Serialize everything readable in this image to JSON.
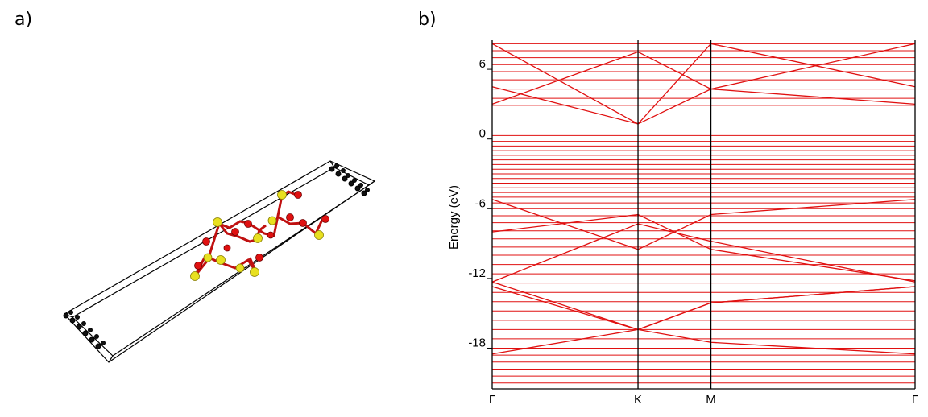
{
  "panels": {
    "a_label": "a)",
    "b_label": "b)"
  },
  "structure": {
    "cell_color": "#000000",
    "atom_colors": {
      "yellow": "#e8e020",
      "red": "#e01010"
    }
  },
  "chart_data": {
    "type": "line",
    "title": "",
    "ylabel": "Energy (eV)",
    "xlabel": "",
    "x_ticks": [
      "Γ",
      "K",
      "M",
      "Γ"
    ],
    "x_tick_positions": [
      0,
      1,
      1.5,
      2.9
    ],
    "y_ticks": [
      6,
      0,
      -6,
      -12,
      -18
    ],
    "ylim": [
      -21.5,
      8.5
    ],
    "line_color": "#e01010",
    "flat_bands": [
      8.2,
      7.6,
      7.0,
      6.4,
      5.8,
      5.1,
      4.3,
      3.5,
      2.9,
      0.3,
      -0.2,
      -0.6,
      -1.0,
      -1.4,
      -1.8,
      -2.2,
      -2.6,
      -3.0,
      -3.4,
      -3.8,
      -4.2,
      -4.6,
      -5.0,
      -5.5,
      -6.0,
      -6.6,
      -7.2,
      -7.9,
      -8.6,
      -9.3,
      -10.0,
      -10.8,
      -11.6,
      -12.4,
      -13.2,
      -14.0,
      -14.8,
      -15.6,
      -16.4,
      -17.2,
      -18.0,
      -18.6,
      -19.2,
      -19.8,
      -20.4,
      -21.0
    ],
    "dispersive_bands": [
      [
        3.0,
        7.5,
        4.3,
        3.0
      ],
      [
        8.2,
        1.3,
        4.3,
        8.2
      ],
      [
        4.5,
        1.3,
        8.2,
        4.5
      ],
      [
        -5.2,
        -9.5,
        -6.5,
        -5.2
      ],
      [
        -8.0,
        -6.5,
        -9.5,
        -12.2
      ],
      [
        -12.3,
        -7.3,
        -8.8,
        -12.3
      ],
      [
        -12.3,
        -16.4,
        -14.1,
        -12.7
      ],
      [
        -12.7,
        -16.4,
        -14.1,
        -12.7
      ],
      [
        -18.5,
        -16.4,
        -17.5,
        -18.5
      ]
    ]
  }
}
